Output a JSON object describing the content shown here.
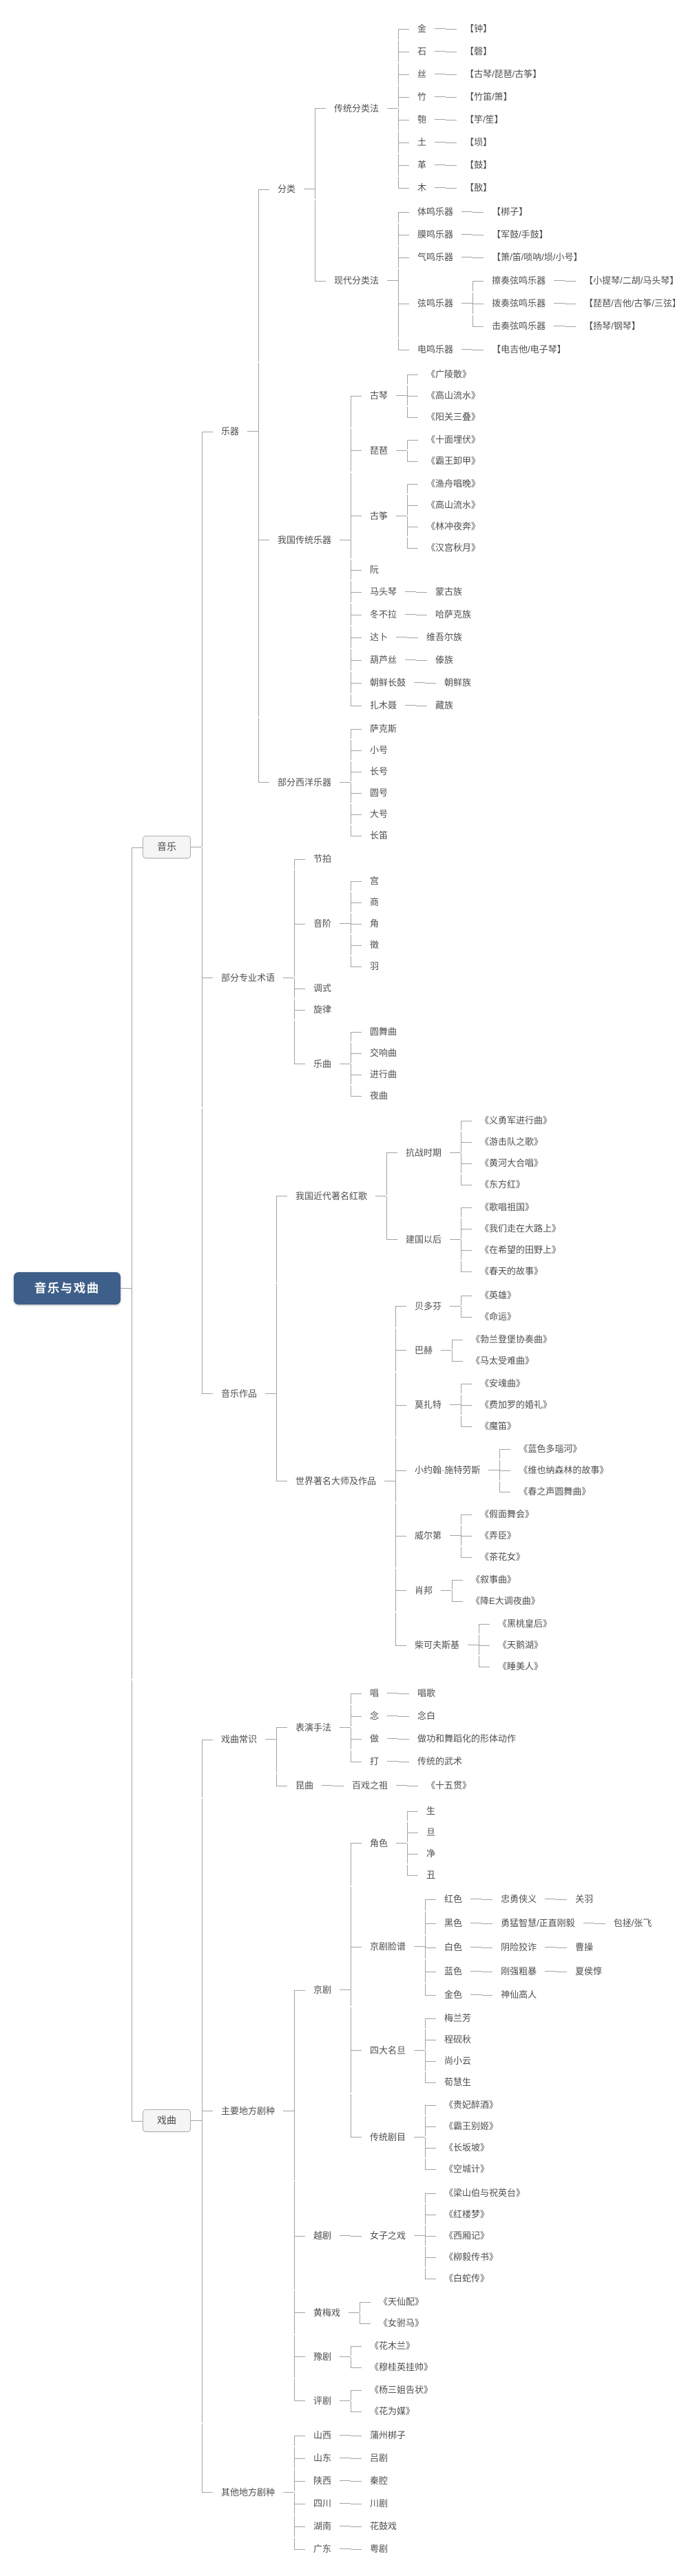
{
  "colors": {
    "root_bg": "#3e5f89",
    "root_text": "#ffffff",
    "box_bg": "#f5f5f5",
    "box_border": "#b0b0b0",
    "line": "#a3a3a3",
    "text": "#4f4f4f",
    "page_bg": "#ffffff"
  },
  "root": {
    "label": "音乐与戏曲",
    "type": "root",
    "children": [
      {
        "label": "音乐",
        "type": "box",
        "children": [
          {
            "label": "乐器",
            "children": [
              {
                "label": "分类",
                "children": [
                  {
                    "label": "传统分类法",
                    "children": [
                      {
                        "label": "金",
                        "children": [
                          "【钟】"
                        ]
                      },
                      {
                        "label": "石",
                        "children": [
                          "【磬】"
                        ]
                      },
                      {
                        "label": "丝",
                        "children": [
                          "【古琴/琵琶/古筝】"
                        ]
                      },
                      {
                        "label": "竹",
                        "children": [
                          "【竹笛/箫】"
                        ]
                      },
                      {
                        "label": "匏",
                        "children": [
                          "【竽/笙】"
                        ]
                      },
                      {
                        "label": "土",
                        "children": [
                          "【埙】"
                        ]
                      },
                      {
                        "label": "革",
                        "children": [
                          "【鼓】"
                        ]
                      },
                      {
                        "label": "木",
                        "children": [
                          "【敔】"
                        ]
                      }
                    ]
                  },
                  {
                    "label": "现代分类法",
                    "children": [
                      {
                        "label": "体鸣乐器",
                        "children": [
                          "【梆子】"
                        ]
                      },
                      {
                        "label": "膜鸣乐器",
                        "children": [
                          "【军鼓/手鼓】"
                        ]
                      },
                      {
                        "label": "气鸣乐器",
                        "children": [
                          "【箫/笛/唢呐/埙/小号】"
                        ]
                      },
                      {
                        "label": "弦鸣乐器",
                        "children": [
                          {
                            "label": "擦奏弦鸣乐器",
                            "children": [
                              "【小提琴/二胡/马头琴】"
                            ]
                          },
                          {
                            "label": "拨奏弦鸣乐器",
                            "children": [
                              "【琵琶/吉他/古筝/三弦】"
                            ]
                          },
                          {
                            "label": "击奏弦鸣乐器",
                            "children": [
                              "【扬琴/钢琴】"
                            ]
                          }
                        ]
                      },
                      {
                        "label": "电鸣乐器",
                        "children": [
                          "【电吉他/电子琴】"
                        ]
                      }
                    ]
                  }
                ]
              },
              {
                "label": "我国传统乐器",
                "children": [
                  {
                    "label": "古琴",
                    "children": [
                      "《广陵散》",
                      "《高山流水》",
                      "《阳关三叠》"
                    ]
                  },
                  {
                    "label": "琵琶",
                    "children": [
                      "《十面埋伏》",
                      "《霸王卸甲》"
                    ]
                  },
                  {
                    "label": "古筝",
                    "children": [
                      "《渔舟唱晚》",
                      "《高山流水》",
                      "《林冲夜奔》",
                      "《汉宫秋月》"
                    ]
                  },
                  {
                    "label": "阮"
                  },
                  {
                    "label": "马头琴",
                    "children": [
                      "蒙古族"
                    ]
                  },
                  {
                    "label": "冬不拉",
                    "children": [
                      "哈萨克族"
                    ]
                  },
                  {
                    "label": "达卜",
                    "children": [
                      "维吾尔族"
                    ]
                  },
                  {
                    "label": "葫芦丝",
                    "children": [
                      "傣族"
                    ]
                  },
                  {
                    "label": "朝鲜长鼓",
                    "children": [
                      "朝鲜族"
                    ]
                  },
                  {
                    "label": "扎木聂",
                    "children": [
                      "藏族"
                    ]
                  }
                ]
              },
              {
                "label": "部分西洋乐器",
                "children": [
                  "萨克斯",
                  "小号",
                  "长号",
                  "圆号",
                  "大号",
                  "长笛"
                ]
              }
            ]
          },
          {
            "label": "部分专业术语",
            "children": [
              {
                "label": "节拍"
              },
              {
                "label": "音阶",
                "children": [
                  "宫",
                  "商",
                  "角",
                  "徵",
                  "羽"
                ]
              },
              {
                "label": "调式"
              },
              {
                "label": "旋律"
              },
              {
                "label": "乐曲",
                "children": [
                  "圆舞曲",
                  "交响曲",
                  "进行曲",
                  "夜曲"
                ]
              }
            ]
          },
          {
            "label": "音乐作品",
            "children": [
              {
                "label": "我国近代著名红歌",
                "children": [
                  {
                    "label": "抗战时期",
                    "children": [
                      "《义勇军进行曲》",
                      "《游击队之歌》",
                      "《黄河大合唱》",
                      "《东方红》"
                    ]
                  },
                  {
                    "label": "建国以后",
                    "children": [
                      "《歌唱祖国》",
                      "《我们走在大路上》",
                      "《在希望的田野上》",
                      "《春天的故事》"
                    ]
                  }
                ]
              },
              {
                "label": "世界著名大师及作品",
                "children": [
                  {
                    "label": "贝多芬",
                    "children": [
                      "《英雄》",
                      "《命运》"
                    ]
                  },
                  {
                    "label": "巴赫",
                    "children": [
                      "《勃兰登堡协奏曲》",
                      "《马太受难曲》"
                    ]
                  },
                  {
                    "label": "莫扎特",
                    "children": [
                      "《安魂曲》",
                      "《费加罗的婚礼》",
                      "《魔笛》"
                    ]
                  },
                  {
                    "label": "小约翰·施特劳斯",
                    "children": [
                      "《蓝色多瑙河》",
                      "《维也纳森林的故事》",
                      "《春之声圆舞曲》"
                    ]
                  },
                  {
                    "label": "威尔第",
                    "children": [
                      "《假面舞会》",
                      "《弄臣》",
                      "《茶花女》"
                    ]
                  },
                  {
                    "label": "肖邦",
                    "children": [
                      "《叙事曲》",
                      "《降E大调夜曲》"
                    ]
                  },
                  {
                    "label": "柴可夫斯基",
                    "children": [
                      "《黑桃皇后》",
                      "《天鹅湖》",
                      "《睡美人》"
                    ]
                  }
                ]
              }
            ]
          }
        ]
      },
      {
        "label": "戏曲",
        "type": "box",
        "children": [
          {
            "label": "戏曲常识",
            "children": [
              {
                "label": "表演手法",
                "children": [
                  {
                    "label": "唱",
                    "children": [
                      "唱歌"
                    ]
                  },
                  {
                    "label": "念",
                    "children": [
                      "念白"
                    ]
                  },
                  {
                    "label": "做",
                    "children": [
                      "做功和舞蹈化的形体动作"
                    ]
                  },
                  {
                    "label": "打",
                    "children": [
                      "传统的武术"
                    ]
                  }
                ]
              },
              {
                "label": "昆曲",
                "children": [
                  {
                    "label": "百戏之祖",
                    "children": [
                      "《十五贯》"
                    ]
                  }
                ]
              }
            ]
          },
          {
            "label": "主要地方剧种",
            "children": [
              {
                "label": "京剧",
                "children": [
                  {
                    "label": "角色",
                    "children": [
                      "生",
                      "旦",
                      "净",
                      "丑"
                    ]
                  },
                  {
                    "label": "京剧脸谱",
                    "children": [
                      {
                        "label": "红色",
                        "children": [
                          {
                            "label": "忠勇侠义",
                            "children": [
                              "关羽"
                            ]
                          }
                        ]
                      },
                      {
                        "label": "黑色",
                        "children": [
                          {
                            "label": "勇猛智慧/正直刚毅",
                            "children": [
                              "包拯/张飞"
                            ]
                          }
                        ]
                      },
                      {
                        "label": "白色",
                        "children": [
                          {
                            "label": "阴险狡诈",
                            "children": [
                              "曹操"
                            ]
                          }
                        ]
                      },
                      {
                        "label": "蓝色",
                        "children": [
                          {
                            "label": "刚强粗暴",
                            "children": [
                              "夏侯惇"
                            ]
                          }
                        ]
                      },
                      {
                        "label": "金色",
                        "children": [
                          "神仙高人"
                        ]
                      }
                    ]
                  },
                  {
                    "label": "四大名旦",
                    "children": [
                      "梅兰芳",
                      "程砚秋",
                      "尚小云",
                      "荀慧生"
                    ]
                  },
                  {
                    "label": "传统剧目",
                    "children": [
                      "《贵妃醉酒》",
                      "《霸王别姬》",
                      "《长坂坡》",
                      "《空城计》"
                    ]
                  }
                ]
              },
              {
                "label": "越剧",
                "children": [
                  {
                    "label": "女子之戏",
                    "children": [
                      "《梁山伯与祝英台》",
                      "《红楼梦》",
                      "《西厢记》",
                      "《柳毅传书》",
                      "《白蛇传》"
                    ]
                  }
                ]
              },
              {
                "label": "黄梅戏",
                "children": [
                  "《天仙配》",
                  "《女驸马》"
                ]
              },
              {
                "label": "豫剧",
                "children": [
                  "《花木兰》",
                  "《穆桂英挂帅》"
                ]
              },
              {
                "label": "评剧",
                "children": [
                  "《杨三姐告状》",
                  "《花为媒》"
                ]
              }
            ]
          },
          {
            "label": "其他地方剧种",
            "children": [
              {
                "label": "山西",
                "children": [
                  "蒲州梆子"
                ]
              },
              {
                "label": "山东",
                "children": [
                  "吕剧"
                ]
              },
              {
                "label": "陕西",
                "children": [
                  "秦腔"
                ]
              },
              {
                "label": "四川",
                "children": [
                  "川剧"
                ]
              },
              {
                "label": "湖南",
                "children": [
                  "花鼓戏"
                ]
              },
              {
                "label": "广东",
                "children": [
                  "粤剧"
                ]
              }
            ]
          }
        ]
      }
    ]
  }
}
